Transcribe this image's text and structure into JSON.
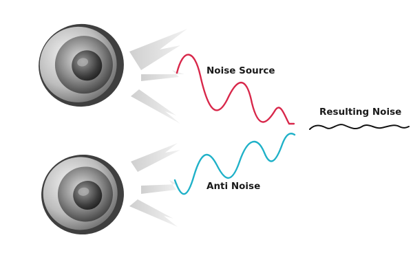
{
  "labels": {
    "noise_source": "Noise Source",
    "anti_noise": "Anti Noise",
    "resulting_noise": "Resulting Noise"
  },
  "colors": {
    "noise_source_wave": "#d8274a",
    "anti_noise_wave": "#1fb1c8",
    "resulting_wave": "#111111",
    "sound_rays": "#d9d9d9",
    "speaker_body": "#6a6a6a"
  },
  "icons": {
    "speaker_top": "speaker-icon",
    "speaker_bottom": "speaker-icon"
  }
}
